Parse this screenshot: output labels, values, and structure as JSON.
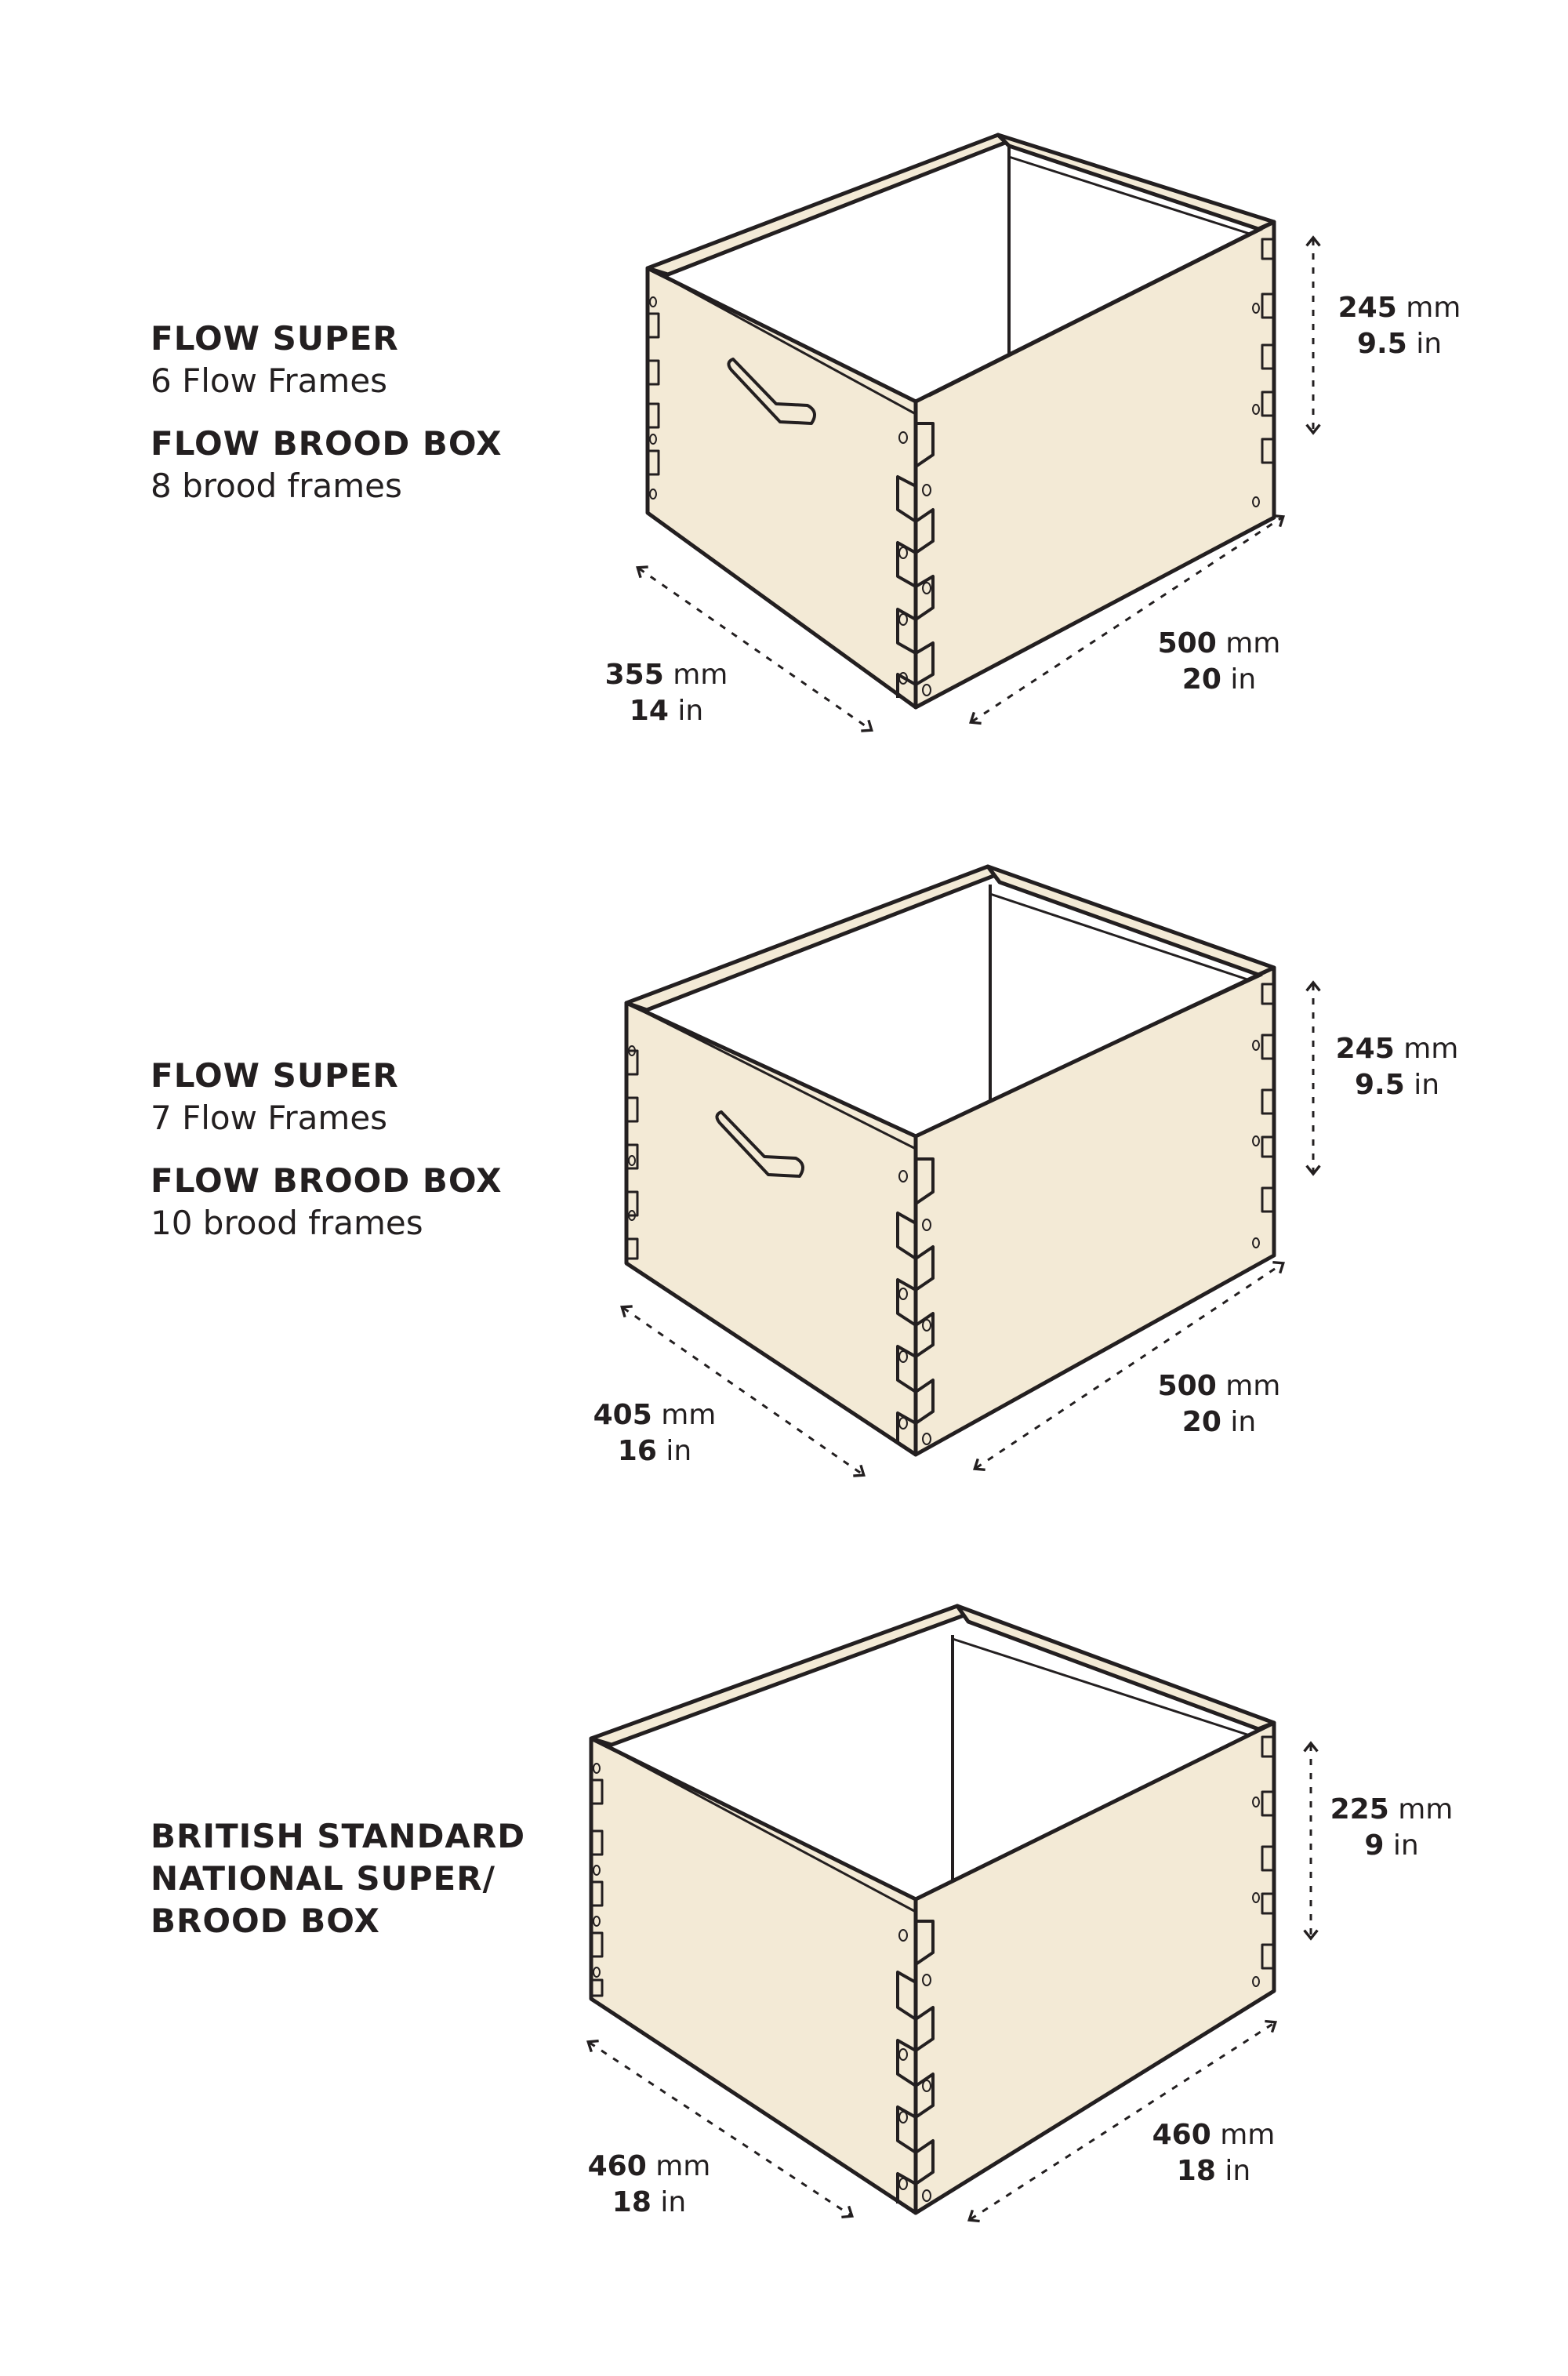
{
  "colors": {
    "wood_fill": "#f3ead6",
    "stroke": "#231f20",
    "background": "#ffffff"
  },
  "boxes": [
    {
      "lines": [
        {
          "title": "FLOW SUPER",
          "subtitle": "6 Flow Frames"
        },
        {
          "title": "FLOW BROOD BOX",
          "subtitle": "8 brood frames"
        }
      ],
      "height": {
        "mm": "245",
        "mm_unit": "mm",
        "in": "9.5",
        "in_unit": "in"
      },
      "width": {
        "mm": "355",
        "mm_unit": "mm",
        "in": "14",
        "in_unit": "in"
      },
      "length": {
        "mm": "500",
        "mm_unit": "mm",
        "in": "20",
        "in_unit": "in"
      },
      "has_handle": true
    },
    {
      "lines": [
        {
          "title": "FLOW SUPER",
          "subtitle": "7 Flow Frames"
        },
        {
          "title": "FLOW BROOD BOX",
          "subtitle": "10 brood frames"
        }
      ],
      "height": {
        "mm": "245",
        "mm_unit": "mm",
        "in": "9.5",
        "in_unit": "in"
      },
      "width": {
        "mm": "405",
        "mm_unit": "mm",
        "in": "16",
        "in_unit": "in"
      },
      "length": {
        "mm": "500",
        "mm_unit": "mm",
        "in": "20",
        "in_unit": "in"
      },
      "has_handle": true
    },
    {
      "title_lines": [
        "BRITISH STANDARD",
        "NATIONAL SUPER/",
        "BROOD BOX"
      ],
      "height": {
        "mm": "225",
        "mm_unit": "mm",
        "in": "9",
        "in_unit": "in"
      },
      "width": {
        "mm": "460",
        "mm_unit": "mm",
        "in": "18",
        "in_unit": "in"
      },
      "length": {
        "mm": "460",
        "mm_unit": "mm",
        "in": "18",
        "in_unit": "in"
      },
      "has_handle": false
    }
  ],
  "icons": {
    "box_illustration": "hive-box-isometric-icon",
    "dimension_arrow": "dashed-double-arrow-icon"
  }
}
